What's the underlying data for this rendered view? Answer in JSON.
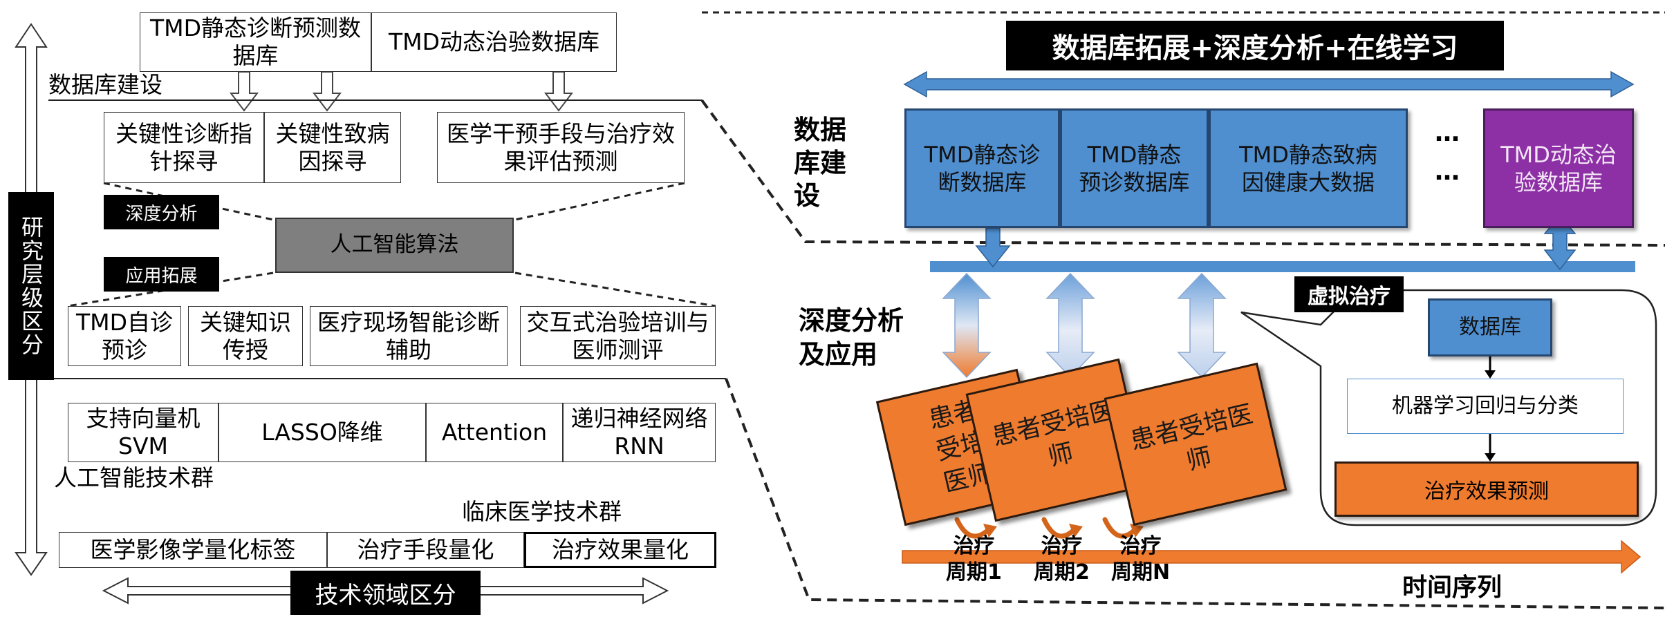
{
  "left": {
    "top_boxes": [
      "TMD静态诊断预测数据库",
      "TMD动态治验数据库"
    ],
    "db_label": "数据库建设",
    "row2": [
      "关键性诊断指针探寻",
      "关键性致病因探寻",
      "医学干预手段与治疗效果评估预测"
    ],
    "deep_analysis_tag": "深度分析",
    "ai_algorithm": "人工智能算法",
    "app_expand_tag": "应用拓展",
    "row3": [
      "TMD自诊预诊",
      "关键知识传授",
      "医疗现场智能诊断辅助",
      "交互式治验培训与医师测评"
    ],
    "ai_row": [
      "支持向量机SVM",
      "LASSO降维",
      "Attention",
      "递归神经网络RNN"
    ],
    "ai_group_label": "人工智能技术群",
    "clinical_label": "临床医学技术群",
    "clinical_row": [
      "医学影像学量化标签",
      "治疗手段量化",
      "治疗效果量化"
    ],
    "vertical_label": "研究层级区分",
    "horizontal_label": "技术领域区分"
  },
  "right": {
    "banner": "数据库拓展+深度分析+在线学习",
    "db_label": "数据库建设",
    "db_boxes": [
      "TMD静态诊断数据库",
      "TMD静态预诊数据库",
      "TMD静态致病因健康大数据"
    ],
    "ellipsis": "…",
    "purple_box": "TMD动态治验数据库",
    "analysis_label": "深度分析及应用",
    "cards": [
      "患者受培医师",
      "患者受培医师",
      "患者受培医师"
    ],
    "cycles": [
      {
        "line1": "治疗",
        "line2": "周期1"
      },
      {
        "line1": "治疗",
        "line2": "周期2"
      },
      {
        "line1": "治疗",
        "line2": "周期N"
      }
    ],
    "time_label": "时间序列",
    "virtual": {
      "tag": "虚拟治疗",
      "database": "数据库",
      "ml": "机器学习回归与分类",
      "prediction": "治疗效果预测"
    }
  }
}
